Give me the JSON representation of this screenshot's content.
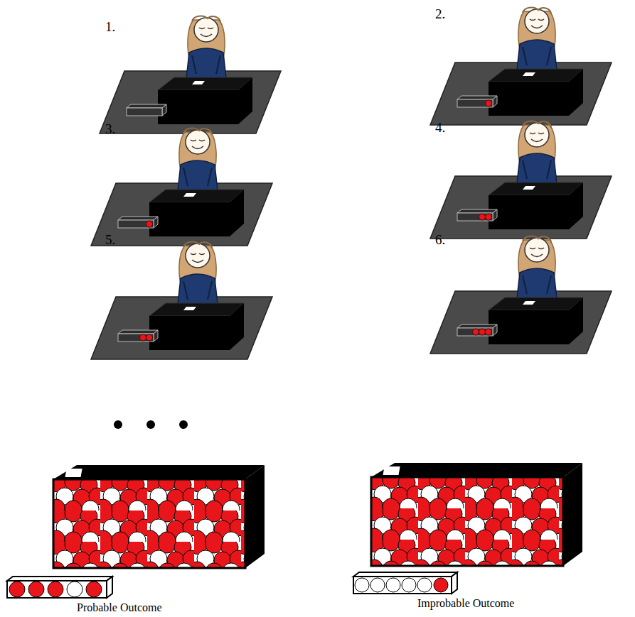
{
  "diagram": {
    "labels": [
      "1.",
      "2.",
      "3.",
      "4.",
      "5.",
      "6.",
      "Probable Outcome",
      "Improbable Outcome"
    ]
  }
}
